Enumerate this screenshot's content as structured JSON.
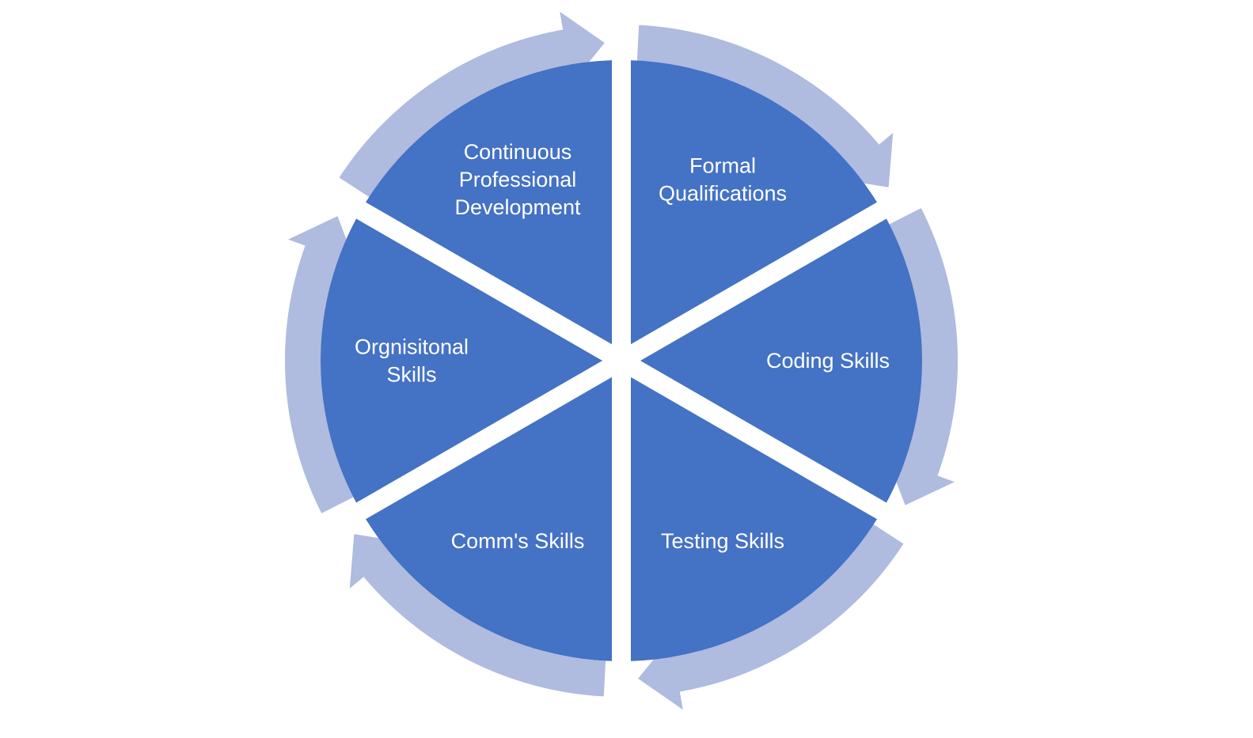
{
  "diagram": {
    "colors": {
      "segment_fill": "#4472C4",
      "arrow_fill": "#AFBBDF",
      "background": "#FFFFFF",
      "text": "#FFFFFF"
    },
    "segments": [
      {
        "id": "formal-qualifications",
        "lines": [
          "Formal",
          "Qualifications"
        ]
      },
      {
        "id": "coding-skills",
        "lines": [
          "Coding Skills"
        ]
      },
      {
        "id": "testing-skills",
        "lines": [
          "Testing Skills"
        ]
      },
      {
        "id": "comms-skills",
        "lines": [
          "Comm's Skills"
        ]
      },
      {
        "id": "organisational-skills",
        "lines": [
          "Orgnisitonal",
          "Skills"
        ]
      },
      {
        "id": "continuous-professional-development",
        "lines": [
          "Continuous",
          "Professional",
          "Development"
        ]
      }
    ]
  }
}
